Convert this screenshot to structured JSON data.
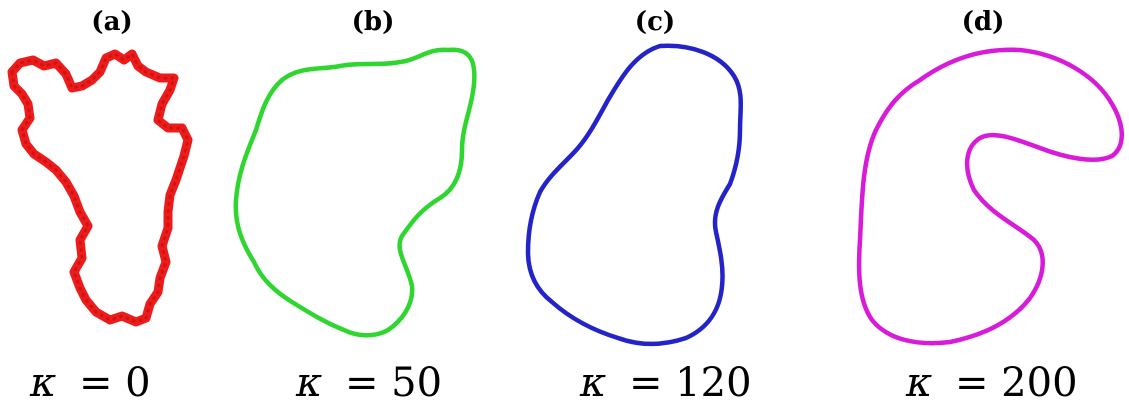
{
  "panels": [
    {
      "id": "a",
      "label": "(a)",
      "kappa_text": "= 0",
      "color": "#ee1b1b",
      "style": "beaded"
    },
    {
      "id": "b",
      "label": "(b)",
      "kappa_text": "= 50",
      "color": "#2fd62f",
      "style": "smooth"
    },
    {
      "id": "c",
      "label": "(c)",
      "kappa_text": "= 120",
      "color": "#2323c8",
      "style": "smooth"
    },
    {
      "id": "d",
      "label": "(d)",
      "kappa_text": "= 200",
      "color": "#d81bd8",
      "style": "smooth"
    }
  ],
  "kappa_symbol": "κ"
}
